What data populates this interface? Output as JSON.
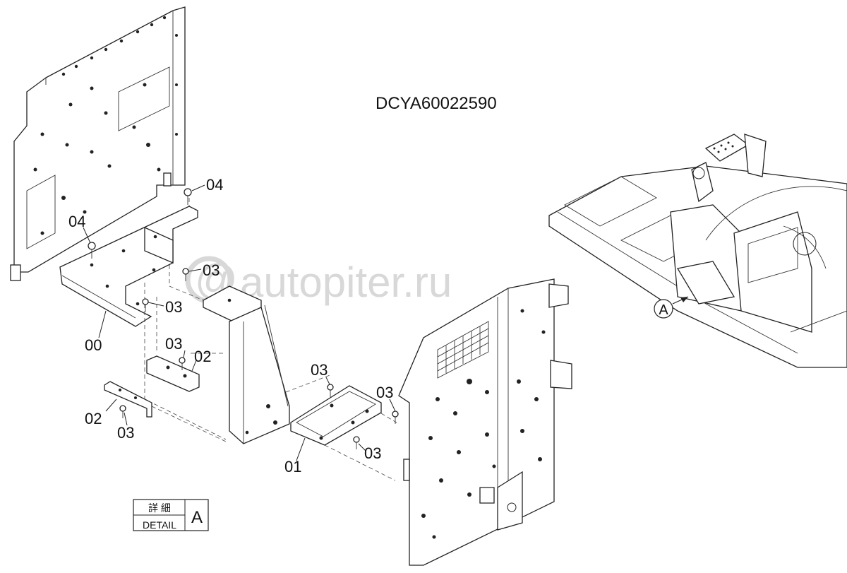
{
  "drawing_code": "DCYA60022590",
  "watermark": "autopiter.ru",
  "watermark_symbol": "@",
  "detail_box": {
    "japanese": "詳 細",
    "english": "DETAIL",
    "letter": "A"
  },
  "callout_view": "A",
  "part_labels": {
    "p00": "00",
    "p01": "01",
    "p02a": "02",
    "p02b": "02",
    "p03a": "03",
    "p03b": "03",
    "p03c": "03",
    "p03d": "03",
    "p03e": "03",
    "p03f": "03",
    "p03g": "03",
    "p04a": "04",
    "p04b": "04"
  }
}
